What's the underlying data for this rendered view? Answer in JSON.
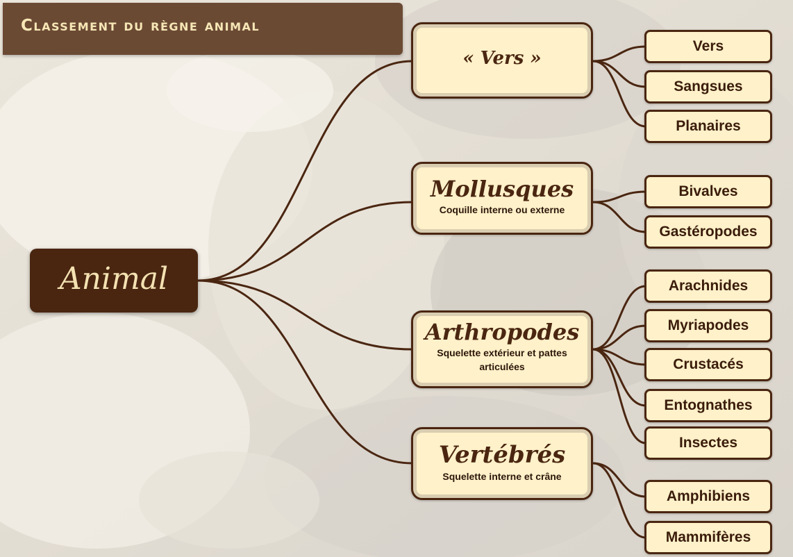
{
  "title": "Classement du règne animal",
  "root": "Animal",
  "colors": {
    "banner": "#6b4a34",
    "node_dark": "#4a2611",
    "node_fill": "#fff1c9",
    "link": "#4a2611",
    "banner_text": "#f6e7b6"
  },
  "groups": [
    {
      "title": "« Vers »",
      "desc": "",
      "leaves": [
        "Vers",
        "Sangsues",
        "Planaires"
      ]
    },
    {
      "title": "Mollusques",
      "desc": "Coquille interne ou externe",
      "leaves": [
        "Bivalves",
        "Gastéropodes"
      ]
    },
    {
      "title": "Arthropodes",
      "desc": "Squelette extérieur et pattes articulées",
      "leaves": [
        "Arachnides",
        "Myriapodes",
        "Crustacés",
        "Entognathes",
        "Insectes"
      ]
    },
    {
      "title": "Vertébrés",
      "desc": "Squelette interne et crâne",
      "leaves": [
        "Amphibiens",
        "Mammifères"
      ]
    }
  ]
}
